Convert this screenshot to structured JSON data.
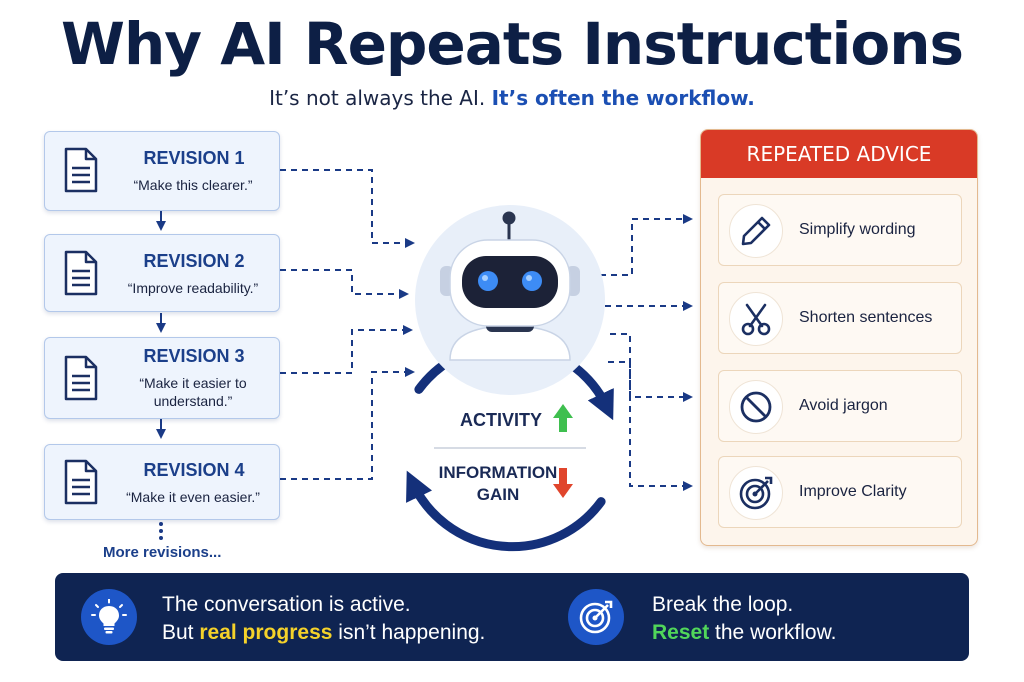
{
  "title": "Why AI Repeats Instructions",
  "subtitle": {
    "part1": "It’s not always the AI.",
    "part2": "It’s often the workflow."
  },
  "revisions": [
    {
      "title": "REVISION 1",
      "quote": "“Make this clearer.”"
    },
    {
      "title": "REVISION 2",
      "quote": "“Improve readability.”"
    },
    {
      "title": "REVISION 3",
      "quote": "“Make it easier to understand.”"
    },
    {
      "title": "REVISION 4",
      "quote": "“Make it even easier.”"
    }
  ],
  "more_revisions": "More revisions...",
  "loop": {
    "activity": "ACTIVITY",
    "information_gain": "INFORMATION GAIN"
  },
  "advice": {
    "header": "REPEATED ADVICE",
    "items": [
      {
        "label": "Simplify wording",
        "icon": "pencil-icon"
      },
      {
        "label": "Shorten sentences",
        "icon": "scissors-icon"
      },
      {
        "label": "Avoid jargon",
        "icon": "prohibited-icon"
      },
      {
        "label": "Improve Clarity",
        "icon": "target-icon"
      }
    ]
  },
  "banner": {
    "left_line1": "The conversation is active.",
    "left_line2_pre": "But ",
    "left_line2_highlight": "real progress",
    "left_line2_post": " isn’t happening.",
    "right_line1": "Break the loop.",
    "right_line2_highlight": "Reset",
    "right_line2_post": " the workflow."
  },
  "colors": {
    "navy": "#0f2452",
    "accent_blue": "#1b4fb3",
    "advice_red": "#d93a26",
    "up_arrow_green": "#3fbf4f",
    "down_arrow_red": "#e0452c",
    "highlight_yellow": "#f5d22a",
    "highlight_green": "#51d65a"
  }
}
